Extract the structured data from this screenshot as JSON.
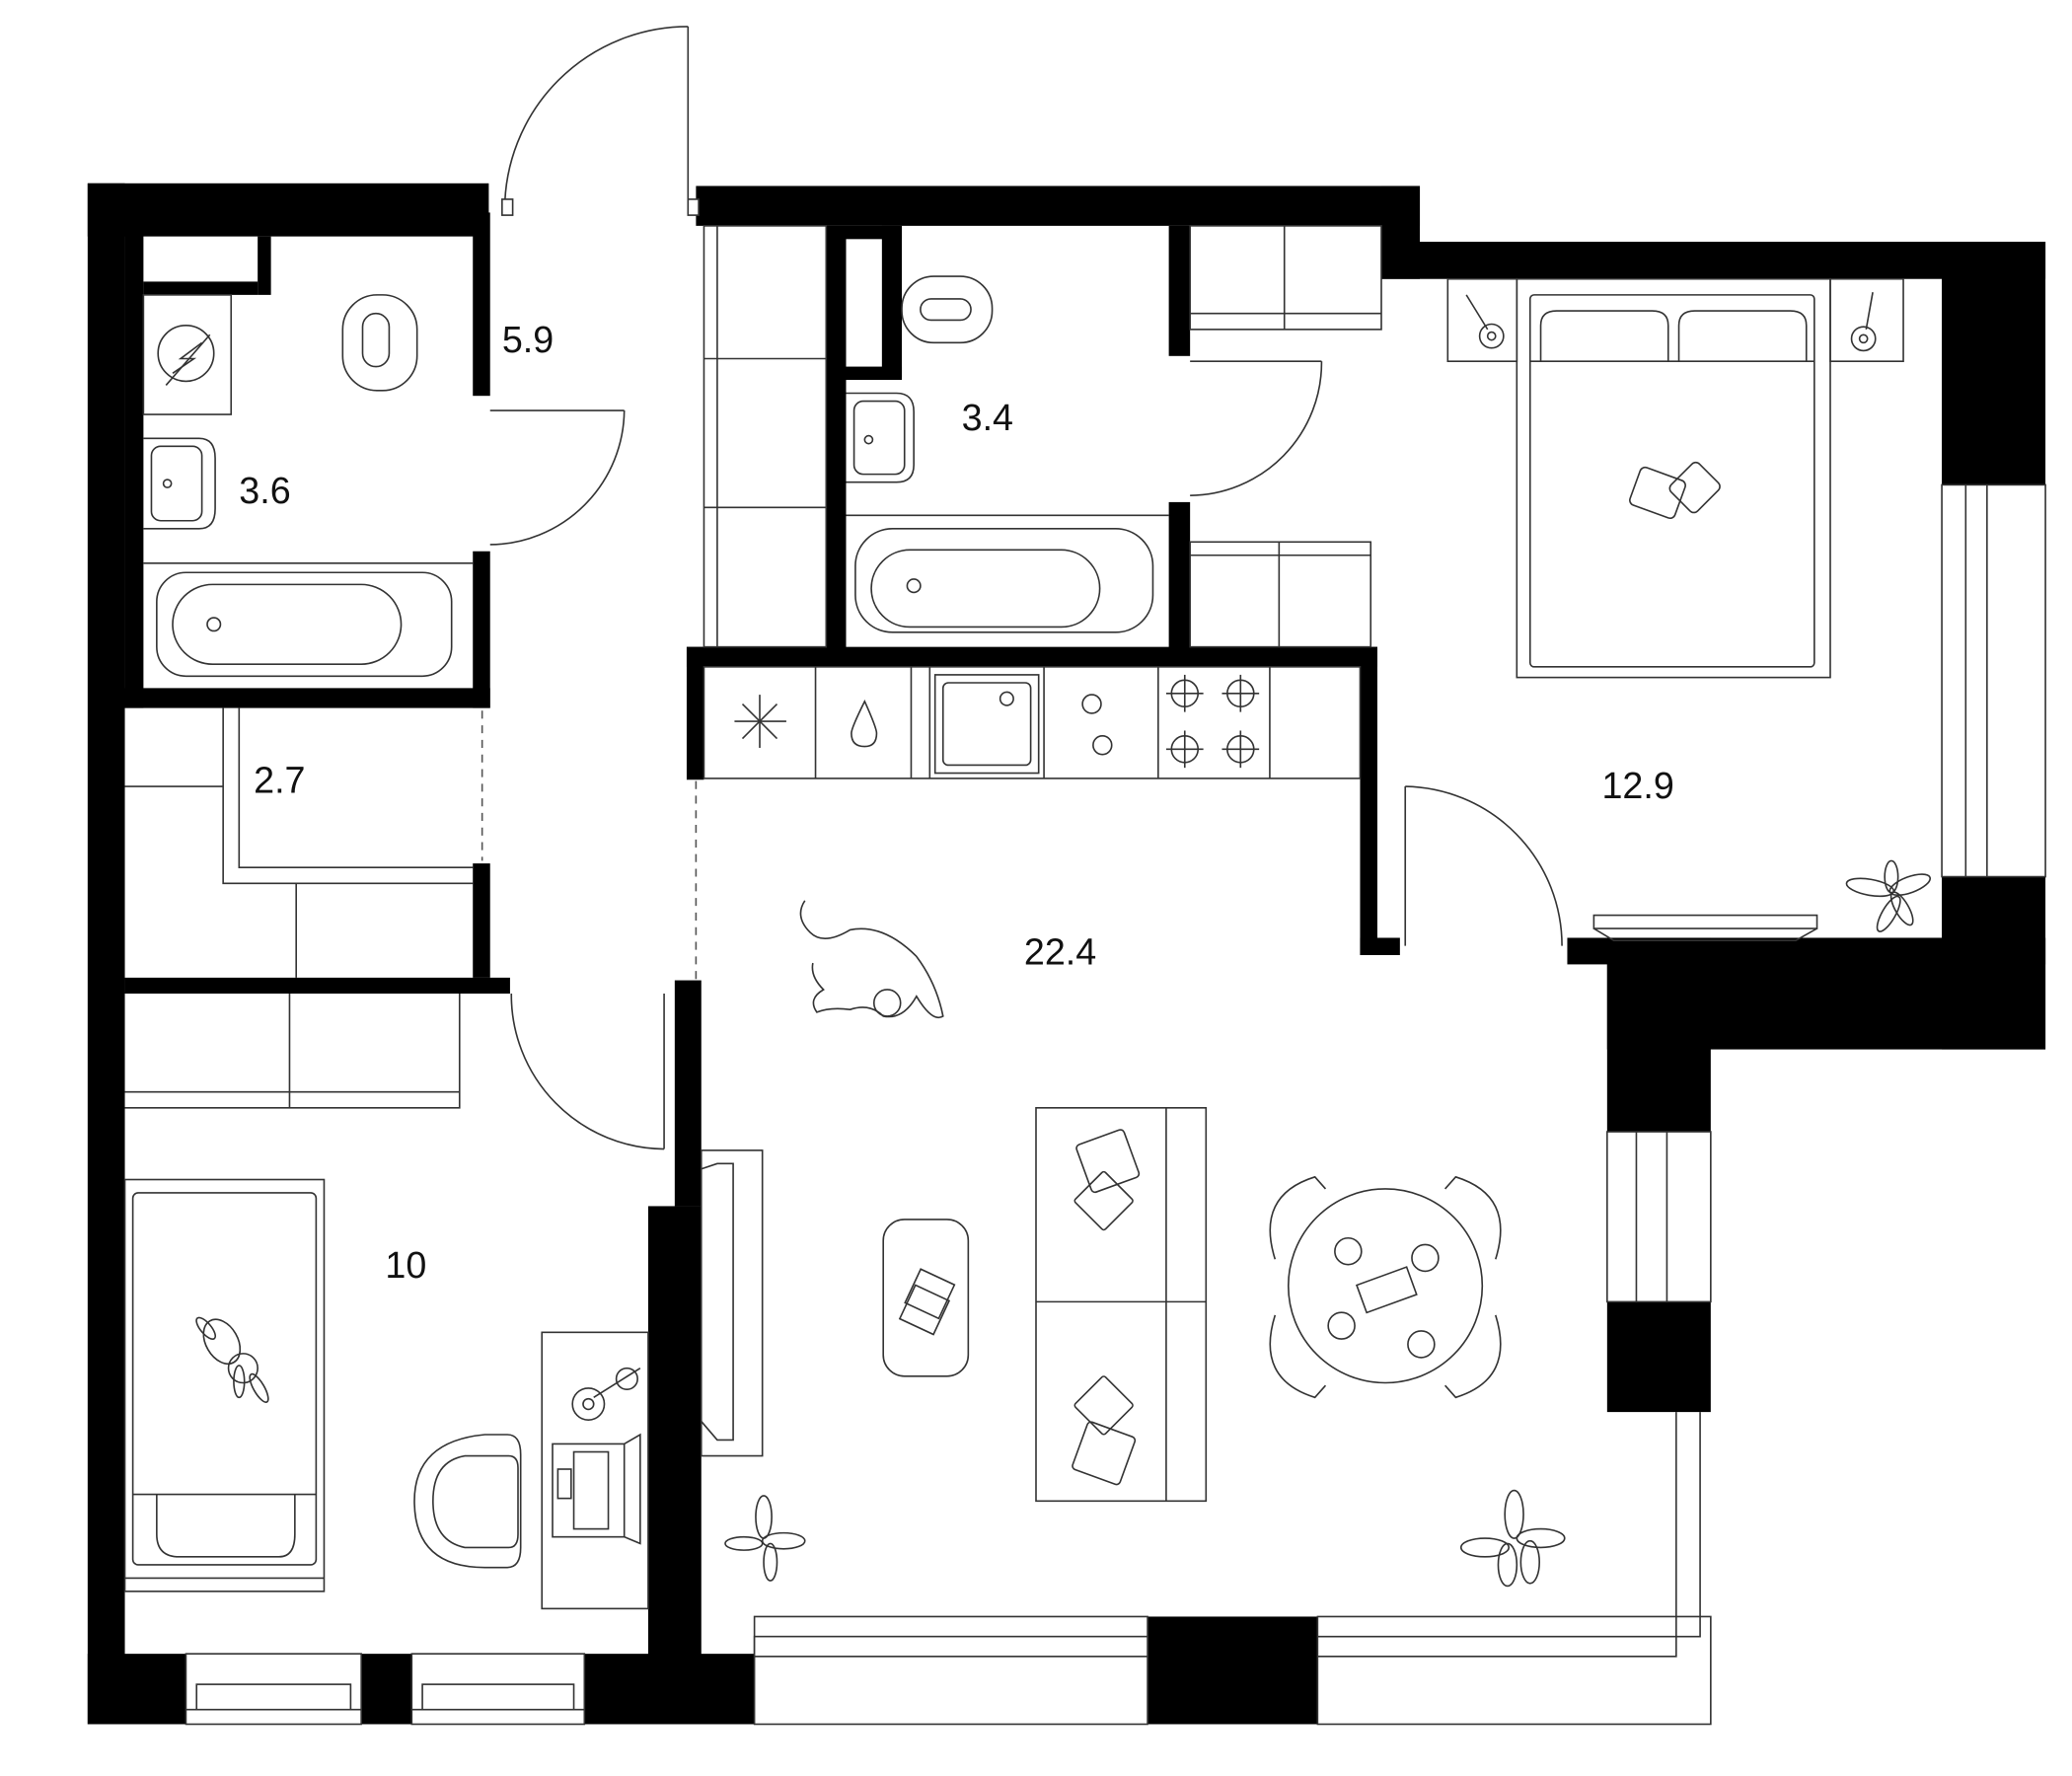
{
  "plan": {
    "type": "apartment floor plan",
    "wall_color": "#000000",
    "line_color": "#333333",
    "background": "#ffffff",
    "rooms": [
      {
        "id": "bathroom-1",
        "area": "3.6",
        "type": "bathroom"
      },
      {
        "id": "hallway",
        "area": "5.9",
        "type": "hallway"
      },
      {
        "id": "wardrobe",
        "area": "2.7",
        "type": "closet"
      },
      {
        "id": "bathroom-2",
        "area": "3.4",
        "type": "bathroom"
      },
      {
        "id": "bedroom",
        "area": "12.9",
        "type": "bedroom"
      },
      {
        "id": "living-kitchen",
        "area": "22.4",
        "type": "living room with kitchen"
      },
      {
        "id": "kids-room",
        "area": "10",
        "type": "bedroom"
      }
    ],
    "icons": {
      "fridge": "snowflake",
      "dishwasher": "water-drop",
      "sink": "square-sink",
      "stove": "four-burners"
    }
  }
}
